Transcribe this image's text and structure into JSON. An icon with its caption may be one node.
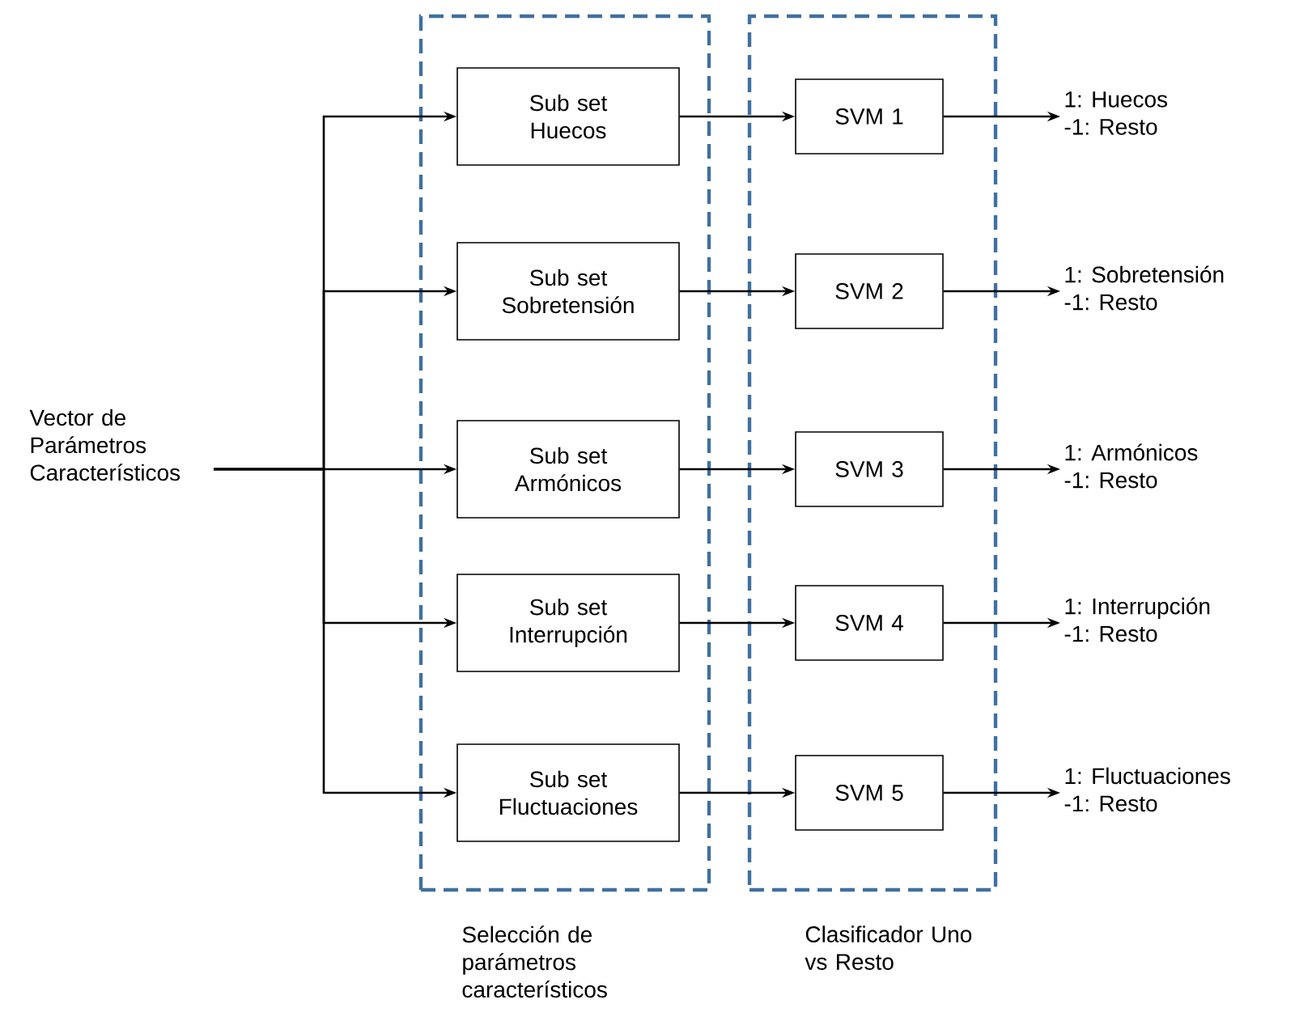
{
  "diagram": {
    "nodes": [
      {
        "text": [
          "Vector de Parámetros Característicos"
        ]
      },
      {
        "text": [
          "Selección de parámetros característicos"
        ]
      },
      {
        "text": [
          "Clasificador Uno vs Resto"
        ]
      },
      {
        "text": [
          "Sub set Huecos"
        ],
        "in": 1
      },
      {
        "text": [
          "Sub set Sobretensión"
        ],
        "in": 1
      },
      {
        "text": [
          "Sub set Armónicos"
        ],
        "in": 1
      },
      {
        "text": [
          "Sub set Interrupción"
        ],
        "in": 1
      },
      {
        "text": [
          "Sub set Fluctuaciones"
        ],
        "in": 1
      },
      {
        "text": [
          "SVM 1"
        ],
        "in": 2
      },
      {
        "text": [
          "SVM 2"
        ],
        "in": 2
      },
      {
        "text": [
          "SVM 3"
        ],
        "in": 2
      },
      {
        "text": [
          "SVM 4"
        ],
        "in": 2
      },
      {
        "text": [
          "SVM 5"
        ],
        "in": 2
      },
      {
        "text": [
          "1: Huecos",
          "-1: Resto"
        ]
      },
      {
        "text": [
          "1: Sobretensión",
          "-1: Resto"
        ]
      },
      {
        "text": [
          "1: Armónicos",
          "-1: Resto"
        ]
      },
      {
        "text": [
          "1: Interrupción",
          "-1: Resto"
        ]
      },
      {
        "text": [
          "1: Fluctuaciones",
          "-1: Resto"
        ]
      }
    ],
    "edges": [
      {
        "from": 0,
        "to": 3,
        "arrow": "to"
      },
      {
        "from": 0,
        "to": 4,
        "arrow": "to"
      },
      {
        "from": 0,
        "to": 5,
        "arrow": "to"
      },
      {
        "from": 0,
        "to": 6,
        "arrow": "to"
      },
      {
        "from": 0,
        "to": 7,
        "arrow": "to"
      },
      {
        "from": 3,
        "to": 8,
        "arrow": "to"
      },
      {
        "from": 4,
        "to": 9,
        "arrow": "to"
      },
      {
        "from": 5,
        "to": 10,
        "arrow": "to"
      },
      {
        "from": 6,
        "to": 11,
        "arrow": "to"
      },
      {
        "from": 7,
        "to": 12,
        "arrow": "to"
      },
      {
        "from": 8,
        "to": 13,
        "arrow": "to"
      },
      {
        "from": 9,
        "to": 14,
        "arrow": "to"
      },
      {
        "from": 10,
        "to": 15,
        "arrow": "to"
      },
      {
        "from": 11,
        "to": 16,
        "arrow": "to"
      },
      {
        "from": 12,
        "to": 17,
        "arrow": "to"
      }
    ]
  }
}
